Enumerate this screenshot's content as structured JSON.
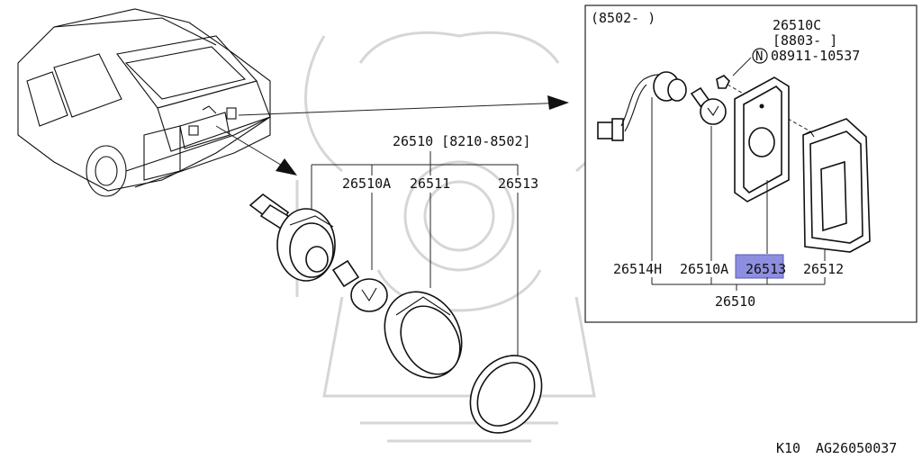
{
  "inset": {
    "range_label": "(8502-  )",
    "top_part": "26510C",
    "top_date": "[8803-  ]",
    "nut_symbol": "N",
    "nut_part": "08911-10537",
    "bottom_labels": [
      "26514H",
      "26510A",
      "26513",
      "26512"
    ],
    "group_label": "26510",
    "highlight_color": "#8e8ee0"
  },
  "main": {
    "assembly_label": "26510 [8210-8502]",
    "part_labels": [
      "26510A",
      "26511",
      "26513"
    ]
  },
  "footer": {
    "model": "K10",
    "diagram_id": "AG26050037"
  }
}
